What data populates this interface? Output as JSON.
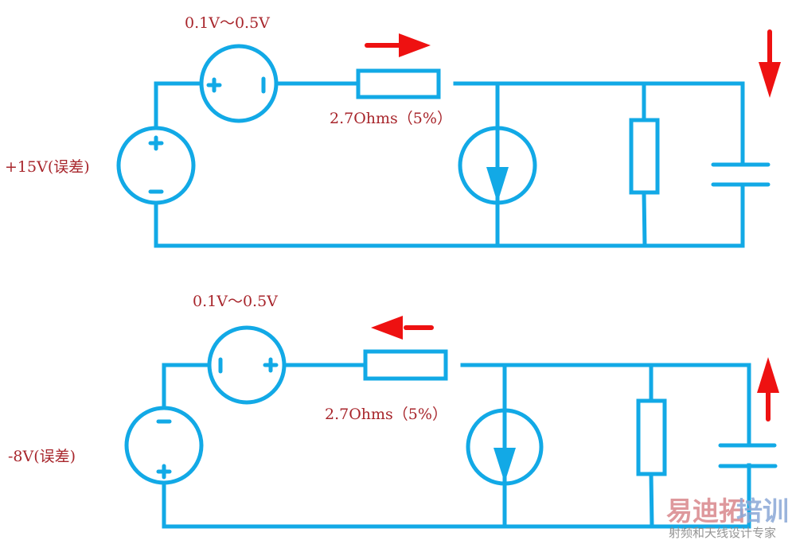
{
  "diagram": {
    "title": "Two voltage-source circuits with error voltage, resistor, current source, load resistor and capacitor",
    "colors": {
      "wire": "#12a9e6",
      "label": "#a8262c",
      "arrow": "#ee1111"
    },
    "circuits": [
      {
        "id": "top",
        "main_source_label": "+15V(误差)",
        "main_source_polarity": [
          "+",
          "−"
        ],
        "series_source_label": "0.1V～0.5V",
        "series_source_polarity": [
          "+",
          "−"
        ],
        "resistor_label": "2.7Ohms（5%）",
        "current_arrow_direction": "right",
        "capacitor_arrow_direction": "down",
        "current_source_direction": "down"
      },
      {
        "id": "bottom",
        "main_source_label": "-8V(误差)",
        "main_source_polarity": [
          "−",
          "+"
        ],
        "series_source_label": "0.1V～0.5V",
        "series_source_polarity": [
          "−",
          "+"
        ],
        "resistor_label": "2.7Ohms（5%）",
        "current_arrow_direction": "left",
        "capacitor_arrow_direction": "up",
        "current_source_direction": "down"
      }
    ]
  },
  "watermark": {
    "brand_part1": "易迪拓",
    "brand_part2": "培训",
    "tagline": "射频和天线设计专家"
  }
}
